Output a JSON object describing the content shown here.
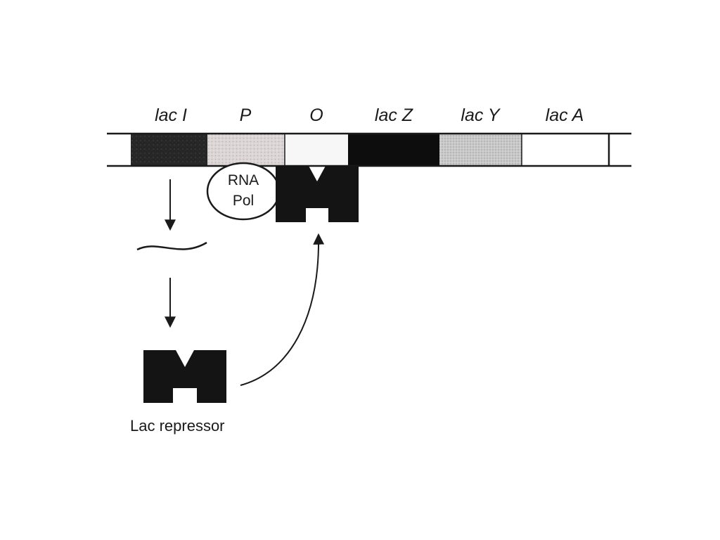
{
  "genes": [
    {
      "key": "lacI",
      "label": "lac I"
    },
    {
      "key": "promoter",
      "label": "P"
    },
    {
      "key": "operator",
      "label": "O"
    },
    {
      "key": "lacZ",
      "label": "lac Z"
    },
    {
      "key": "lacY",
      "label": "lac Y"
    },
    {
      "key": "lacA",
      "label": "lac A"
    }
  ],
  "rna_polymerase": {
    "line1": "RNA",
    "line2": "Pol"
  },
  "repressor_caption": "Lac repressor",
  "colors": {
    "ink": "#1a1a1a",
    "lacI_fill": "#2a2a2a",
    "promoter_fill": "#d9d2d2",
    "operator_fill": "#f7f7f7",
    "lacZ_fill": "#0d0d0d",
    "lacY_fill": "#c8c8c8",
    "lacA_fill": "#ffffff"
  }
}
